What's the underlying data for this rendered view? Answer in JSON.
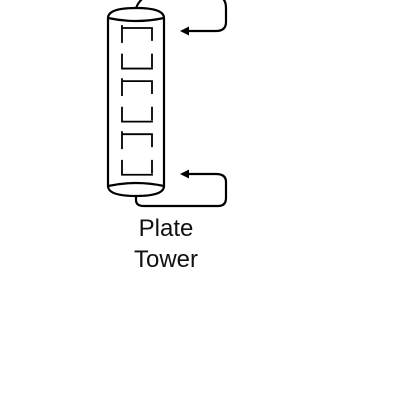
{
  "diagram": {
    "component": "plate-tower",
    "label_line1": "Plate",
    "label_line2": "Tower",
    "tray_count": 6,
    "stroke_color": "#000000",
    "background": "#ffffff"
  }
}
